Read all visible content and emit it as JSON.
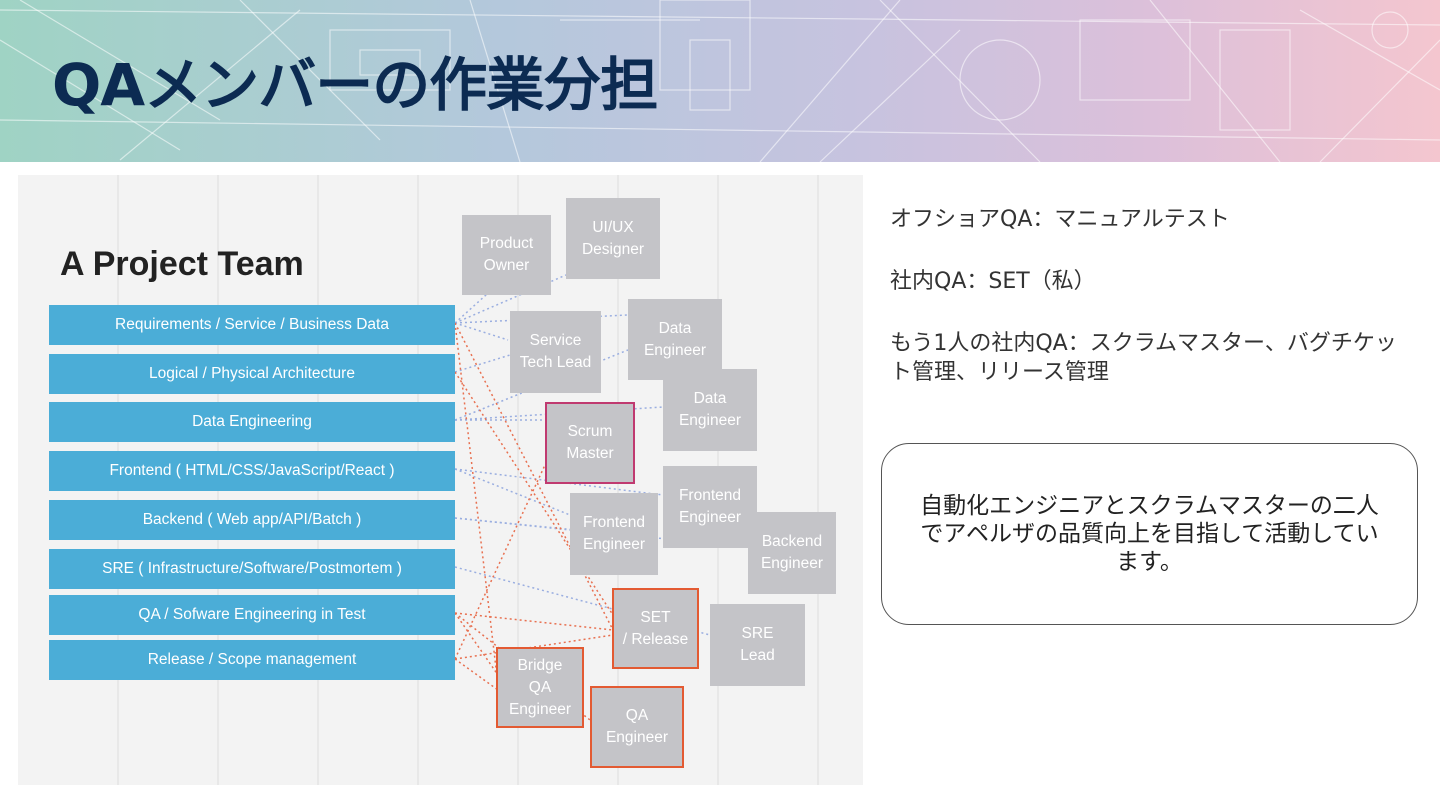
{
  "title": "QAメンバーの作業分担",
  "diagram": {
    "heading": "A Project Team",
    "rows": [
      "Requirements / Service / Business Data",
      "Logical / Physical Architecture",
      "Data Engineering",
      "Frontend ( HTML/CSS/JavaScript/React )",
      "Backend ( Web app/API/Batch )",
      "SRE ( Infrastructure/Software/Postmortem )",
      "QA / Sofware Engineering in Test",
      "Release / Scope management"
    ],
    "roles": {
      "product_owner": "Product\nOwner",
      "uiux_designer": "UI/UX\nDesigner",
      "service_tech_lead": "Service\nTech Lead",
      "data_engineer_1": "Data\nEngineer",
      "data_engineer_2": "Data\nEngineer",
      "scrum_master": "Scrum\nMaster",
      "frontend_engineer_1": "Frontend\nEngineer",
      "frontend_engineer_2": "Frontend\nEngineer",
      "backend_engineer": "Backend\nEngineer",
      "set_release": "SET\n/ Release",
      "sre_lead": "SRE\nLead",
      "bridge_qa_engineer": "Bridge\nQA\nEngineer",
      "qa_engineer": "QA\nEngineer"
    },
    "colors": {
      "row_fill": "#4badd7",
      "role_fill": "#c4c4c8",
      "scrum_border": "#c03a70",
      "qa_border": "#e35a32",
      "link_blue": "#9aaee0",
      "link_orange": "#e87050"
    }
  },
  "notes": [
    "オフショアQA：マニュアルテスト",
    "社内QA：SET（私）",
    "もう1人の社内QA：スクラムマスター、バグチケット管理、リリース管理"
  ],
  "callout": "自動化エンジニアとスクラムマスターの二人でアペルザの品質向上を目指して活動しています。"
}
